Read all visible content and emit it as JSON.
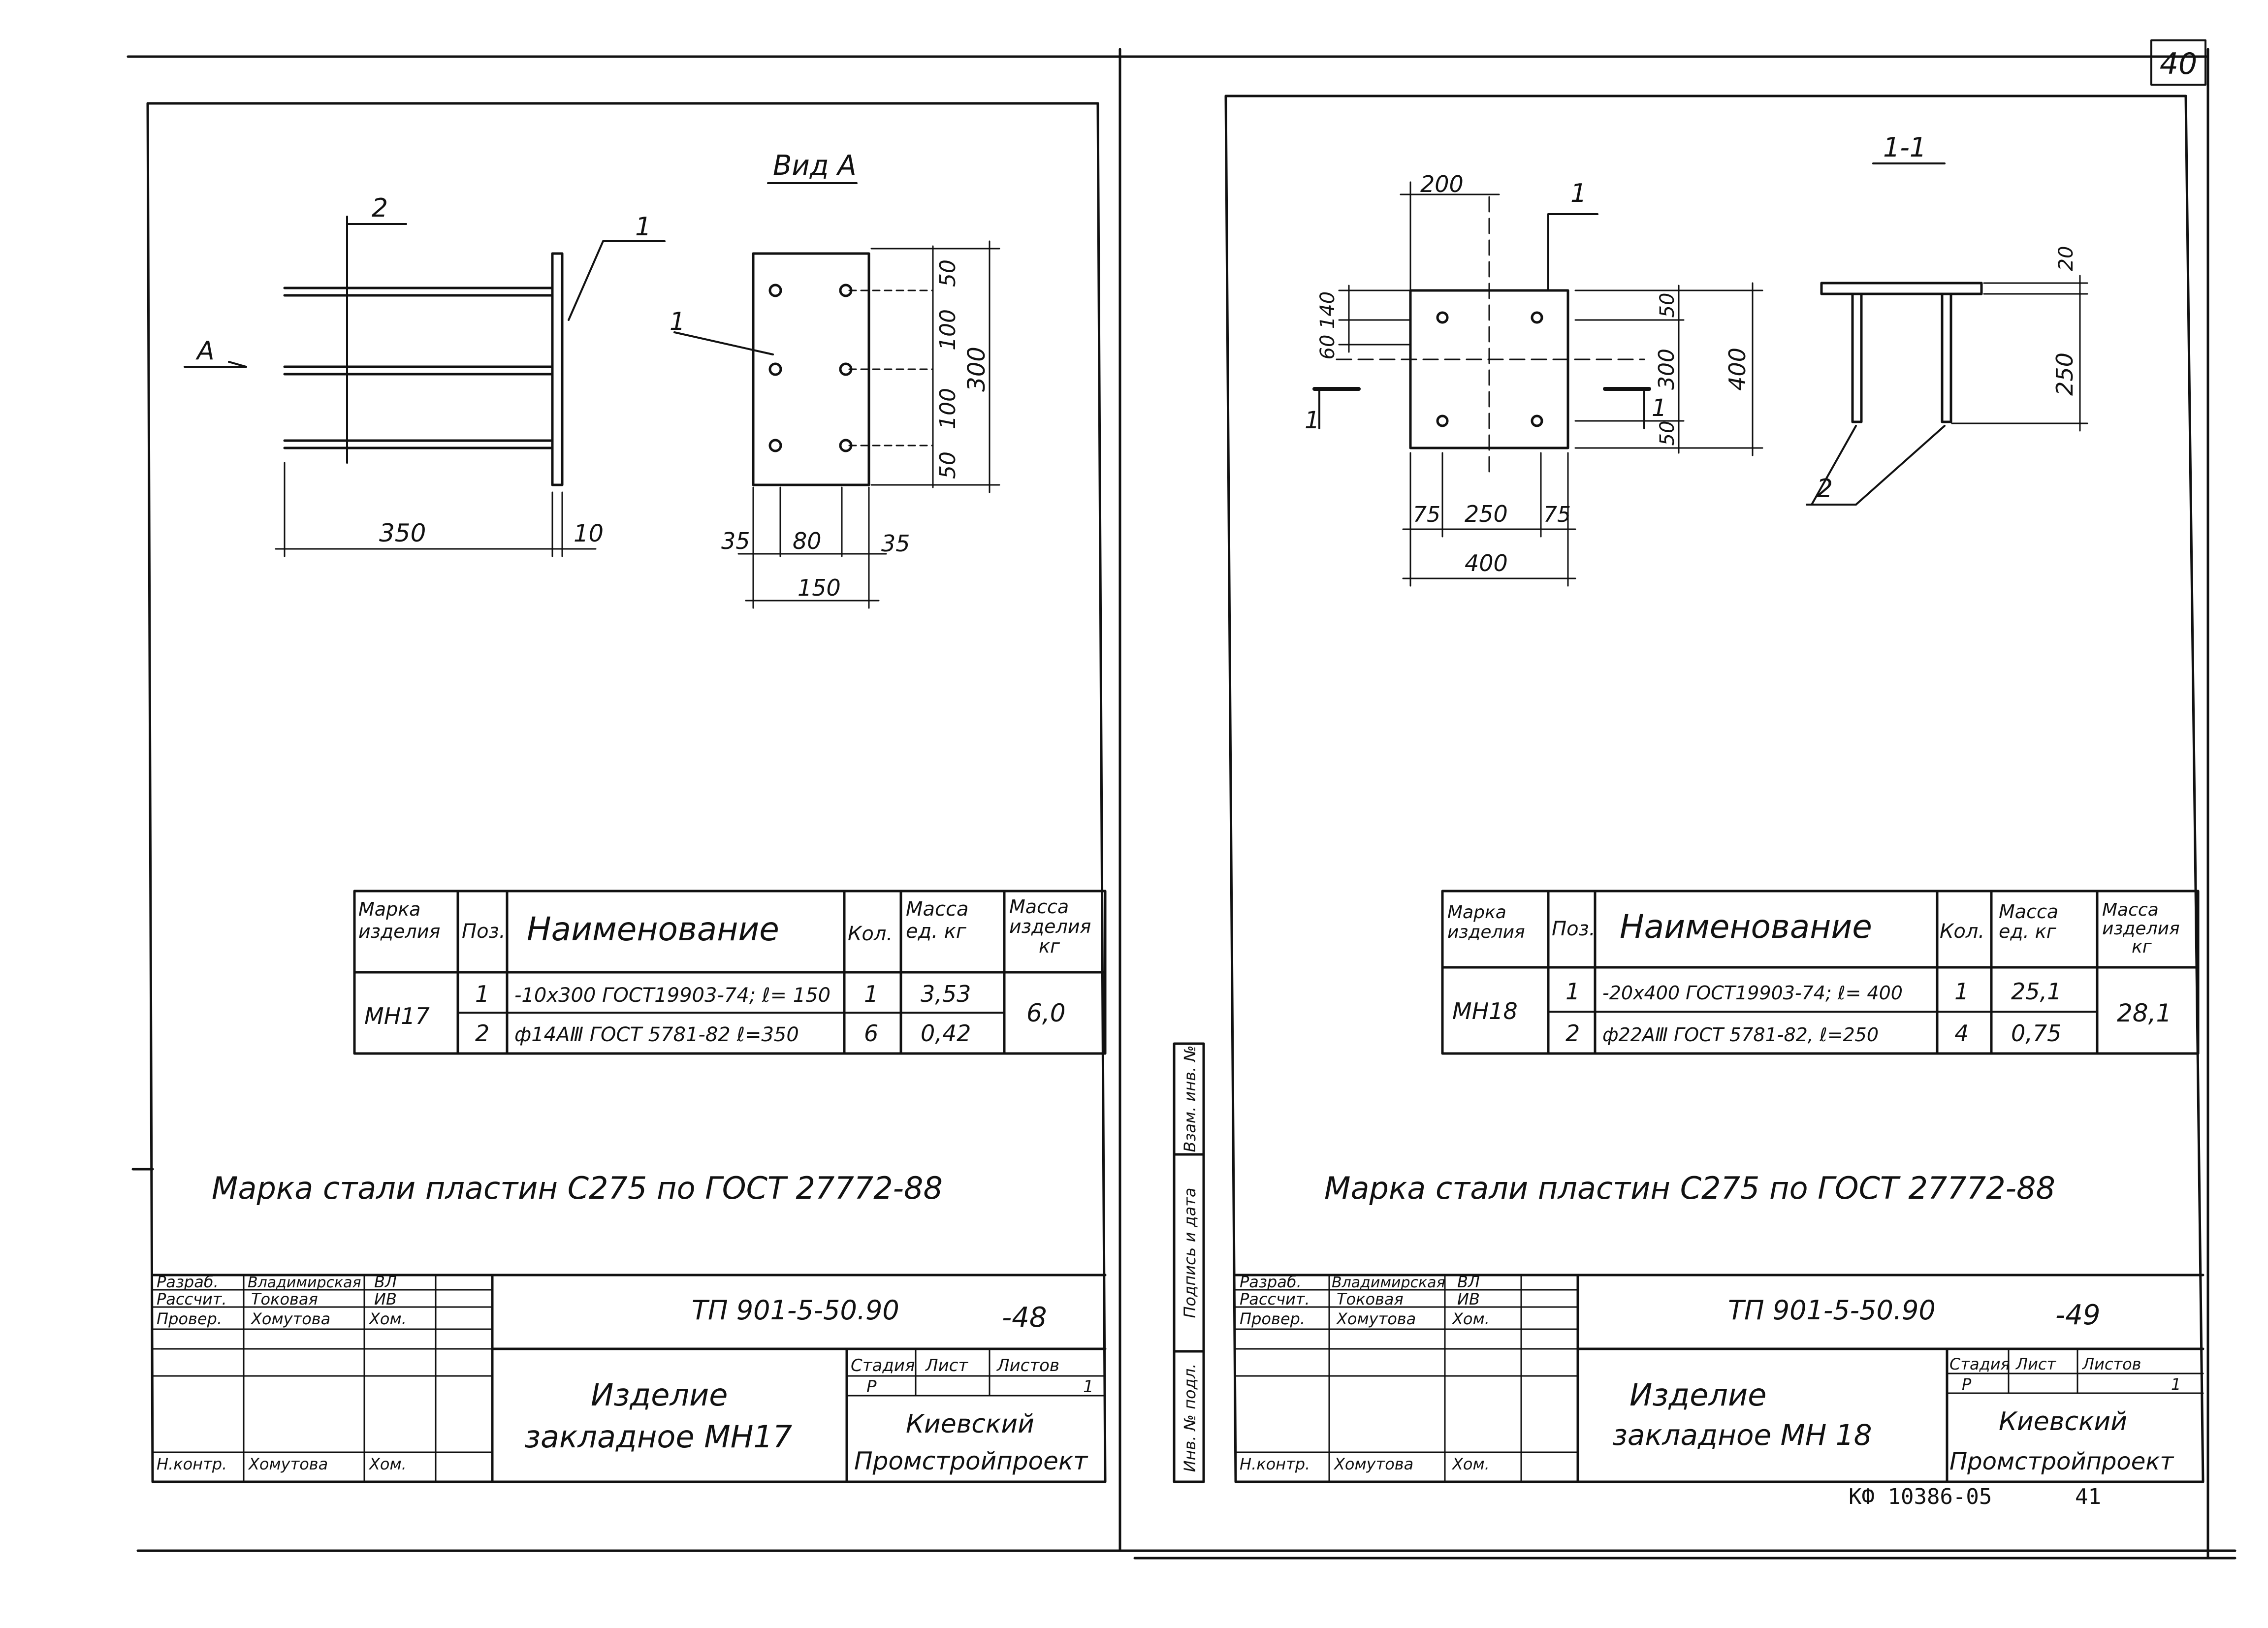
{
  "page_number": "40",
  "bottom_code": "КФ 10386-05",
  "bottom_num": "41",
  "left_sheet": {
    "view_title": "Вид А",
    "view_arrow": "А",
    "pos1": "1",
    "pos2": "2",
    "dims": {
      "len": "350",
      "t": "10",
      "d50a": "50",
      "d100a": "100",
      "d100b": "100",
      "d50b": "50",
      "d300": "300",
      "d35a": "35",
      "d80": "80",
      "d35b": "35",
      "d150": "150"
    },
    "table": {
      "headers": [
        "Марка изделия",
        "Поз.",
        "Наименование",
        "Кол.",
        "Масса ед. кг",
        "Масса изделия кг"
      ],
      "mark": "МН17",
      "rows": [
        {
          "pos": "1",
          "name": "-10x300 ГОСТ19903-74; ℓ= 150",
          "qty": "1",
          "mass": "3,53"
        },
        {
          "pos": "2",
          "name": "ф14АⅢ ГОСТ 5781-82 ℓ=350",
          "qty": "6",
          "mass": "0,42"
        }
      ],
      "total": "6,0"
    },
    "note": "Марка стали пластин С275 по ГОСТ 27772-88",
    "stamp": {
      "roles": [
        "Разраб.",
        "Рассчит.",
        "Провер.",
        "",
        "",
        "Н.контр."
      ],
      "names": [
        "Владимирская",
        "Токовая",
        "Хомутова",
        "",
        "",
        "Хомутова"
      ],
      "signs": [
        "ВЛ",
        "ИВ",
        "Хом.",
        "",
        "",
        "Хом."
      ],
      "doc": "ТП 901-5-50.90",
      "sheet": "-48",
      "title1": "Изделие",
      "title2": "закладное МН17",
      "h_stage": "Стадия",
      "h_list": "Лист",
      "h_lists": "Листов",
      "stage": "Р",
      "lists": "1",
      "org1": "Киевский",
      "org2": "Промстройпроект"
    }
  },
  "side_strip": [
    "Инв. № подл.",
    "Подпись и дата",
    "Взам. инв. №"
  ],
  "right_sheet": {
    "section_title": "1-1",
    "pos1": "1",
    "pos2": "2",
    "cut": "1",
    "dims": {
      "d200": "200",
      "d140": "140",
      "d60": "60",
      "d50a": "50",
      "d300": "300",
      "d50b": "50",
      "d400v": "400",
      "d75a": "75",
      "d250": "250",
      "d75b": "75",
      "d400h": "400",
      "d20": "20",
      "d250v": "250"
    },
    "table": {
      "headers": [
        "Марка изделия",
        "Поз.",
        "Наименование",
        "Кол.",
        "Масса ед. кг",
        "Масса изделия кг"
      ],
      "mark": "МН18",
      "rows": [
        {
          "pos": "1",
          "name": "-20x400 ГОСТ19903-74; ℓ= 400",
          "qty": "1",
          "mass": "25,1"
        },
        {
          "pos": "2",
          "name": "ф22АⅢ ГОСТ 5781-82, ℓ=250",
          "qty": "4",
          "mass": "0,75"
        }
      ],
      "total": "28,1"
    },
    "note": "Марка стали пластин С275 по ГОСТ 27772-88",
    "stamp": {
      "roles": [
        "Разраб.",
        "Рассчит.",
        "Провер.",
        "",
        "",
        "Н.контр."
      ],
      "names": [
        "Владимирская",
        "Токовая",
        "Хомутова",
        "",
        "",
        "Хомутова"
      ],
      "signs": [
        "ВЛ",
        "ИВ",
        "Хом.",
        "",
        "",
        "Хом."
      ],
      "doc": "ТП 901-5-50.90",
      "sheet": "-49",
      "title1": "Изделие",
      "title2": "закладное МН 18",
      "h_stage": "Стадия",
      "h_list": "Лист",
      "h_lists": "Листов",
      "stage": "Р",
      "lists": "1",
      "org1": "Киевский",
      "org2": "Промстройпроект"
    }
  }
}
